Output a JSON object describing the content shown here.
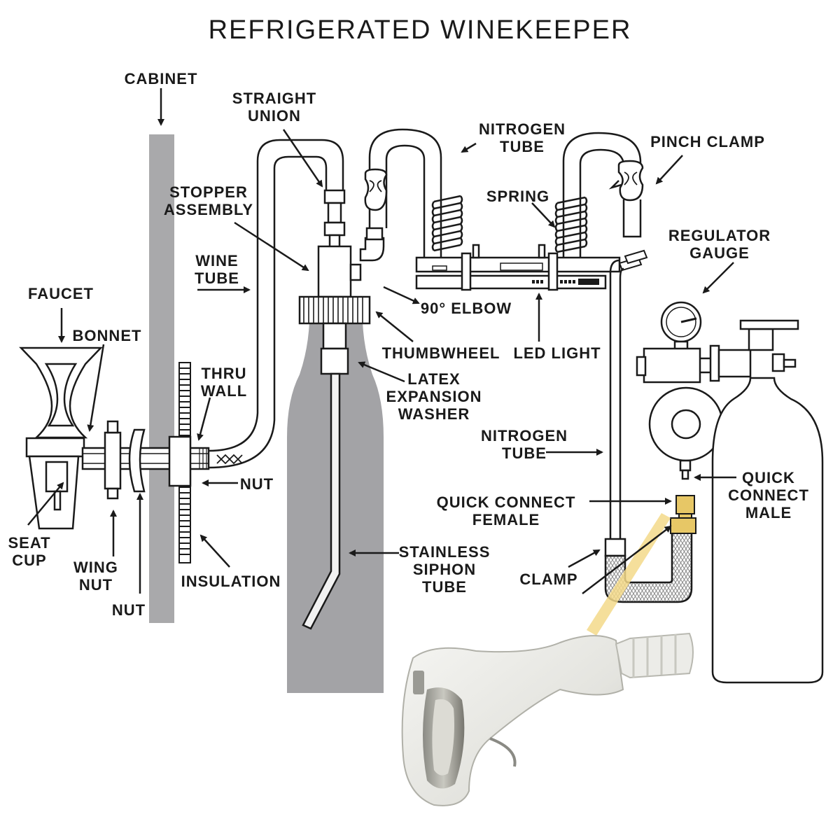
{
  "title": "REFRIGERATED WINEKEEPER",
  "colors": {
    "line": "#1a1a1a",
    "cabinet": "#a9a9ab",
    "bottle": "#a3a3a6",
    "highlight": "#f3d98a",
    "fitting_gold": "#e7c766"
  },
  "labels": {
    "cabinet": [
      "CABINET"
    ],
    "straight_union": [
      "STRAIGHT",
      "UNION"
    ],
    "nitrogen_tube_top": [
      "NITROGEN",
      "TUBE"
    ],
    "pinch_clamp": [
      "PINCH CLAMP"
    ],
    "stopper_assembly": [
      "STOPPER",
      "ASSEMBLY"
    ],
    "spring": [
      "SPRING"
    ],
    "regulator_gauge": [
      "REGULATOR",
      "GAUGE"
    ],
    "wine_tube": [
      "WINE",
      "TUBE"
    ],
    "faucet": [
      "FAUCET"
    ],
    "elbow": [
      "90° ELBOW"
    ],
    "bonnet": [
      "BONNET"
    ],
    "thumbwheel": [
      "THUMBWHEEL"
    ],
    "led_light": [
      "LED LIGHT"
    ],
    "thru_wall": [
      "THRU",
      "WALL"
    ],
    "latex_washer": [
      "LATEX",
      "EXPANSION",
      "WASHER"
    ],
    "nitrogen_tube_mid": [
      "NITROGEN",
      "TUBE"
    ],
    "nut_right": [
      "NUT"
    ],
    "quick_connect_male": [
      "QUICK",
      "CONNECT",
      "MALE"
    ],
    "quick_connect_female": [
      "QUICK CONNECT",
      "FEMALE"
    ],
    "seat_cup": [
      "SEAT",
      "CUP"
    ],
    "stainless_siphon": [
      "STAINLESS",
      "SIPHON",
      "TUBE"
    ],
    "wing_nut": [
      "WING",
      "NUT"
    ],
    "insulation": [
      "INSULATION"
    ],
    "clamp": [
      "CLAMP"
    ],
    "nut_bottom": [
      "NUT"
    ]
  }
}
